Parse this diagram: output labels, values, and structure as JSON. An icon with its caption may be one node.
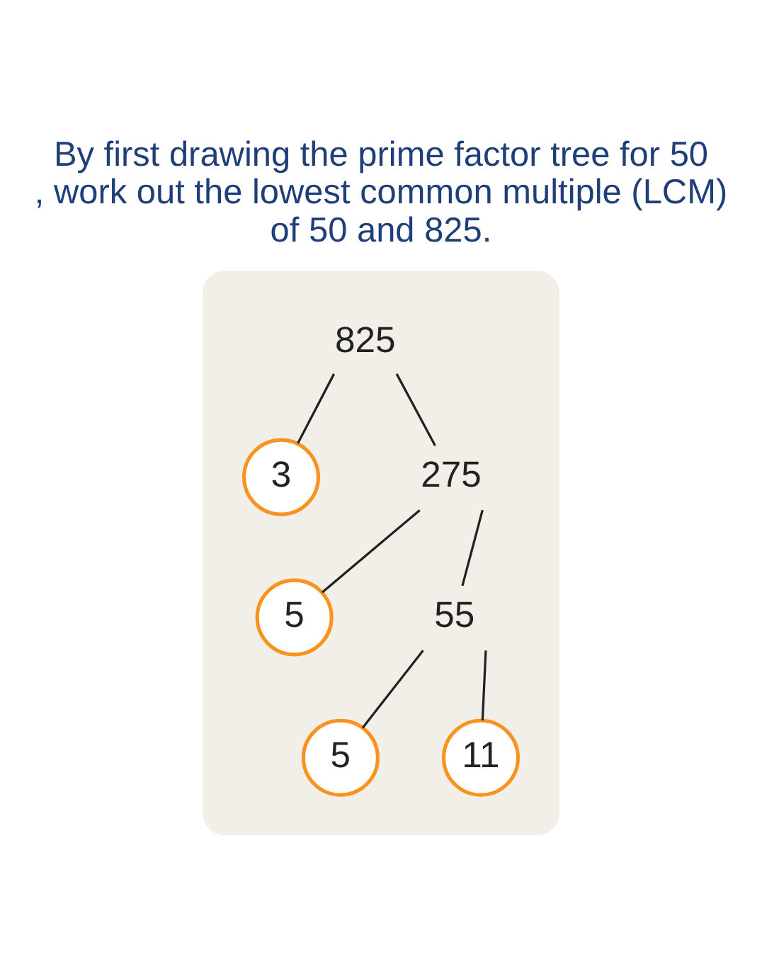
{
  "diagram": {
    "title": "By first drawing the prime factor tree for 50 , work out the lowest common multiple (LCM) of 50 and 825.",
    "nodes": [
      {
        "text": [],
        "shape": "box"
      },
      {
        "text": [
          "825"
        ],
        "in": 0
      },
      {
        "text": [
          "3"
        ],
        "in": 0
      },
      {
        "text": [
          "275"
        ],
        "in": 0
      },
      {
        "text": [
          "5"
        ],
        "in": 0
      },
      {
        "text": [
          "55"
        ],
        "in": 0
      },
      {
        "text": [
          "5"
        ],
        "in": 0
      },
      {
        "text": [
          "11"
        ],
        "in": 0
      }
    ],
    "edges": [
      {
        "from": 1,
        "to": 2,
        "arrow": "none"
      },
      {
        "from": 1,
        "to": 3,
        "arrow": "none"
      },
      {
        "from": 3,
        "to": 4,
        "arrow": "none"
      },
      {
        "from": 3,
        "to": 5,
        "arrow": "none"
      },
      {
        "from": 5,
        "to": 6,
        "arrow": "none"
      },
      {
        "from": 5,
        "to": 7,
        "arrow": "none"
      }
    ]
  }
}
